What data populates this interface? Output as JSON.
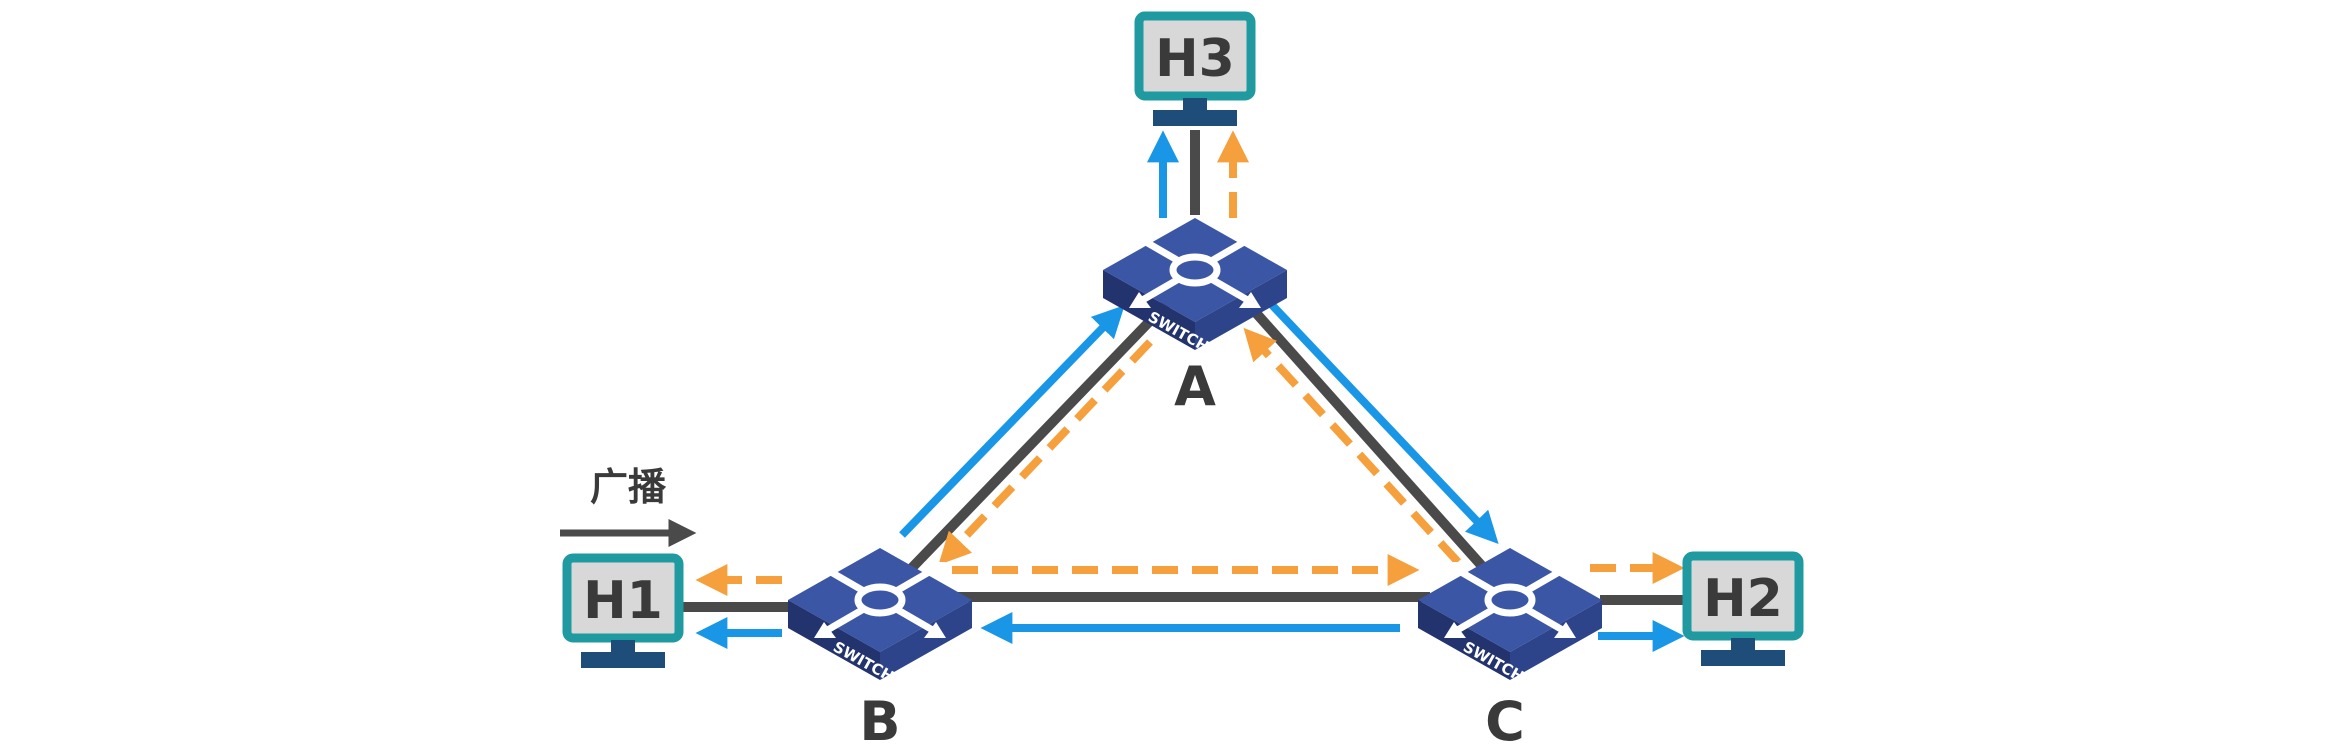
{
  "colors": {
    "link": "#4a4a4a",
    "blue_flow": "#1a96e6",
    "orange_flow": "#f5a03c",
    "host_border": "#1e9aa0",
    "host_screen": "#d8d8d8",
    "host_stand": "#1f4d7a",
    "switch_top": "#3c56a6",
    "switch_side": "#22336e",
    "label_text": "#3a3a3a"
  },
  "icons": {
    "switch": "network-switch-icon",
    "host": "computer-monitor-icon"
  },
  "switches": [
    {
      "id": "A",
      "label": "A",
      "badge": "SWITCH"
    },
    {
      "id": "B",
      "label": "B",
      "badge": "SWITCH"
    },
    {
      "id": "C",
      "label": "C",
      "badge": "SWITCH"
    }
  ],
  "hosts": [
    {
      "id": "H1",
      "label": "H1"
    },
    {
      "id": "H2",
      "label": "H2"
    },
    {
      "id": "H3",
      "label": "H3"
    }
  ],
  "broadcast_label": "广播"
}
